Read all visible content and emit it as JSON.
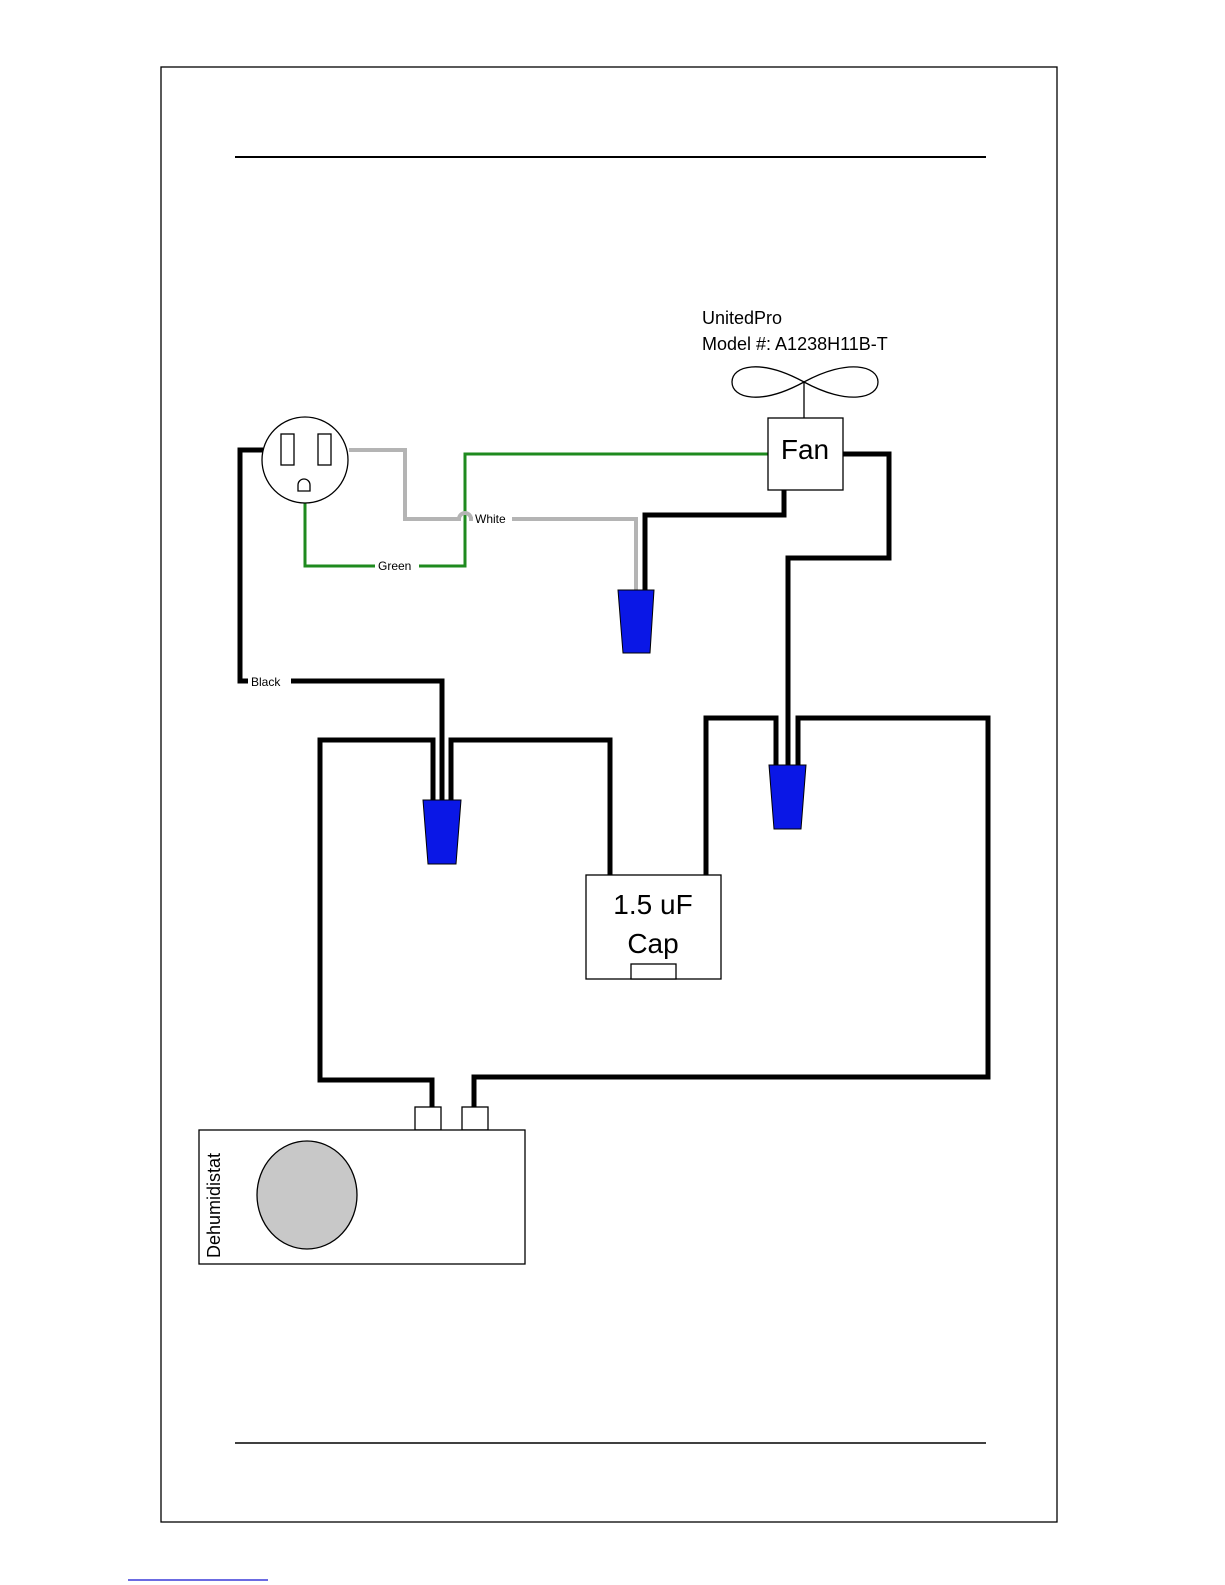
{
  "fan": {
    "brand": "UnitedPro",
    "model": "Model #: A1238H11B-T",
    "label": "Fan"
  },
  "capacitor": {
    "line1": "1.5 uF",
    "line2": "Cap"
  },
  "dehumidistat": {
    "label": "Dehumidistat"
  },
  "wires": {
    "white": "White",
    "green": "Green",
    "black": "Black"
  },
  "colors": {
    "wire_black": "#000000",
    "wire_white": "#b4b4b4",
    "wire_green": "#1e8a1e",
    "wire_nut": "#0a17e6",
    "dial": "#c8c8c8"
  }
}
